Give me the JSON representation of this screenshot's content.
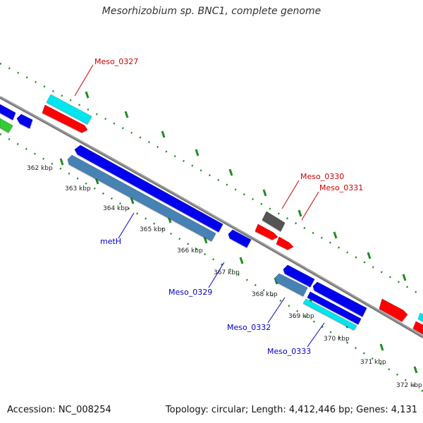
{
  "title": "Mesorhizobium sp. BNC1, complete genome",
  "footer": {
    "accession": "Accession: NC_008254",
    "summary": "Topology: circular; Length: 4,412,446 bp; Genes: 4,131"
  },
  "scale_labels": [
    "362 kbp",
    "363 kbp",
    "364 kbp",
    "365 kbp",
    "366 kbp",
    "367 kbp",
    "368 kbp",
    "369 kbp",
    "370 kbp",
    "371 kbp",
    "372 kbp"
  ],
  "gene_labels": {
    "meso_0327": "Meso_0327",
    "meso_0330": "Meso_0330",
    "meso_0331": "Meso_0331",
    "meth": "metH",
    "meso_0329": "Meso_0329",
    "meso_0332": "Meso_0332",
    "meso_0333": "Meso_0333"
  },
  "colors": {
    "backbone": "#808080",
    "ticks": "#228b22",
    "forward_label": "#cc0000",
    "reverse_label": "#0000cc",
    "blue": "#0000ee",
    "steel_blue": "#4682b4",
    "cyan": "#00e5ee",
    "red": "#ff0000",
    "dark_gray": "#555555",
    "green": "#32cd32"
  }
}
